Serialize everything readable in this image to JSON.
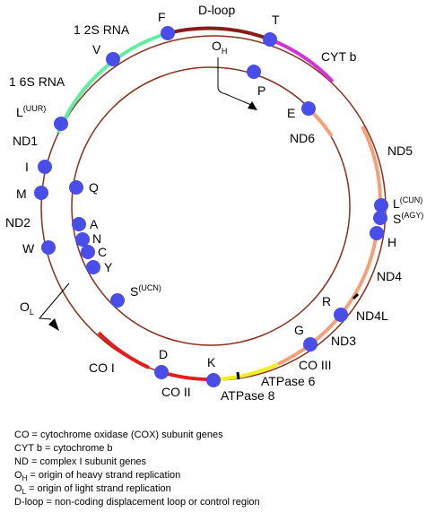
{
  "colors": {
    "outer_ring": "#8b2f1a",
    "inner_ring": "#8b2f1a",
    "dot": "#4a4ee8",
    "dloop": "#8b1a1a",
    "rrna": "#5ef0a0",
    "cytb": "#d433d4",
    "nd": "#f4a07a",
    "co": "#e81c1c",
    "atp": "#f0f020",
    "marker": "#000000"
  },
  "labels": {
    "dloop": "D-loop",
    "f": "F",
    "t": "T",
    "v": "V",
    "rrna12s": "1 2S RNA",
    "rrna16s": "1 6S RNA",
    "cytb": "CYT b",
    "oh_main": "O",
    "oh_sub": "H",
    "p": "P",
    "e": "E",
    "nd6": "ND6",
    "nd5": "ND5",
    "l_uur_main": "L",
    "l_uur_sup": "(UUR)",
    "nd1": "ND1",
    "i": "I",
    "q": "Q",
    "m": "M",
    "l_cun_main": "L",
    "l_cun_sup": "(CUN)",
    "s_agy_main": "S",
    "s_agy_sup": "(AGY)",
    "h": "H",
    "nd2": "ND2",
    "a": "A",
    "n": "N",
    "c": "C",
    "w": "W",
    "y": "Y",
    "nd4": "ND4",
    "s_ucn_main": "S",
    "s_ucn_sup": "(UCN)",
    "r": "R",
    "ol_main": "O",
    "ol_sub": "L",
    "nd4l": "ND4L",
    "g": "G",
    "nd3": "ND3",
    "co1": "CO I",
    "d": "D",
    "k": "K",
    "co3": "CO III",
    "atp6": "ATPase 6",
    "co2": "CO II",
    "atp8": "ATPase 8"
  },
  "legend": {
    "co": "CO = cytochrome oxidase (COX) subunit genes",
    "cytb": "CYT b = cytochrome b",
    "nd": "ND = complex I subunit genes",
    "oh_main": "O",
    "oh_sub": "H",
    "oh_text": " = origin of heavy strand replication",
    "ol_main": "O",
    "ol_sub": "L",
    "ol_text": " = origin of light strand replication",
    "dloop": "D-loop = non-coding displacement loop or control region"
  }
}
